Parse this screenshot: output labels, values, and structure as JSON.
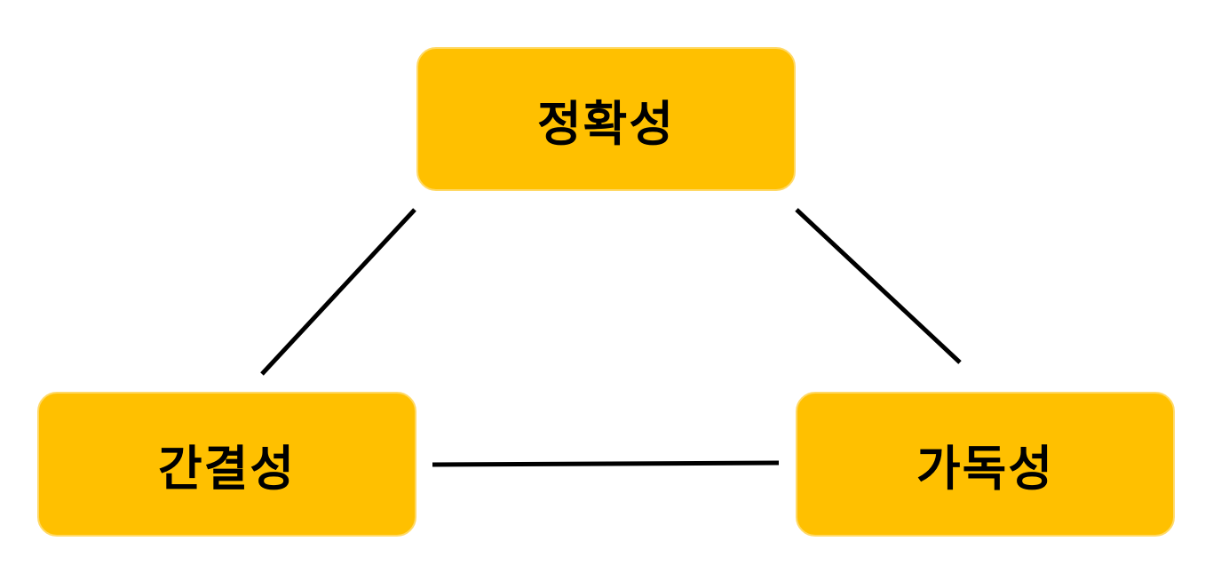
{
  "colors": {
    "node_fill": "#FFC000",
    "node_border": "#FFD966",
    "line": "#000000",
    "text": "#000000"
  },
  "nodes": {
    "top": {
      "label": "정확성"
    },
    "left": {
      "label": "간결성"
    },
    "right": {
      "label": "가독성"
    }
  }
}
